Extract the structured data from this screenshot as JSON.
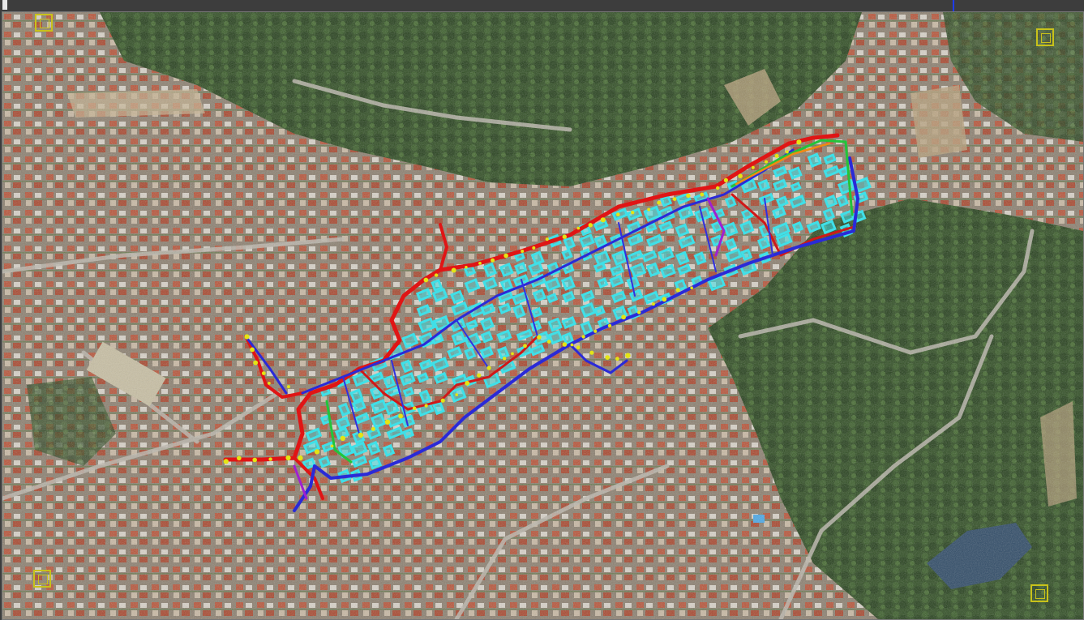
{
  "toolbar": {
    "label": ""
  },
  "map": {
    "type": "satellite-network-overlay",
    "layers": [
      {
        "name": "buildings",
        "color": "#3fe0e8"
      },
      {
        "name": "main-pipe-red",
        "color": "#e01515"
      },
      {
        "name": "main-pipe-blue",
        "color": "#2a2ad8"
      },
      {
        "name": "service-yellow",
        "color": "#e4e414"
      },
      {
        "name": "service-green",
        "color": "#22c43a"
      },
      {
        "name": "service-purple",
        "color": "#a020d0"
      }
    ],
    "corner_markers": [
      "top-left",
      "top-right",
      "bottom-left",
      "bottom-right"
    ],
    "basemap_colors": {
      "forest": "#2f4d22",
      "forest_dark": "#243c1c",
      "urban": "#8a7a6a",
      "roof_red": "#b8553a",
      "road": "#b7b2a8",
      "water": "#2e4a66"
    }
  }
}
